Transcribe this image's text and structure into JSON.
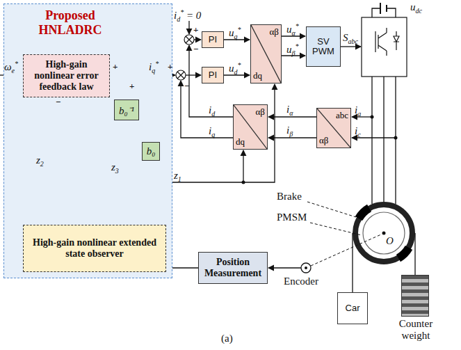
{
  "diagram": {
    "nodes": [
      {
        "text": [
          "Proposed HNLADRC"
        ]
      },
      {
        "text": [
          "High-gain nonlinear error feedback law"
        ],
        "in": 0
      },
      {
        "text": [
          "b₀⁻¹"
        ],
        "in": 0
      },
      {
        "text": [
          "b₀"
        ],
        "in": 0
      },
      {
        "text": [
          "High-gain nonlinear extended state observer"
        ],
        "in": 0
      },
      {
        "text": [
          "PI"
        ]
      },
      {
        "text": [
          "PI"
        ]
      },
      {
        "text": [
          "αβ",
          "dq"
        ]
      },
      {
        "text": [
          "SV PWM"
        ]
      },
      {
        "text": [
          "abc",
          "αβ"
        ]
      },
      {
        "text": [
          "αβ",
          "dq"
        ]
      },
      {
        "text": [
          "Position Measurement"
        ]
      },
      {
        "text": [
          "Car"
        ]
      },
      {
        "text": [
          "Counter weight"
        ]
      }
    ],
    "edges": [
      {
        "from": 4,
        "to": 1,
        "arrow": "to",
        "label": "z2"
      },
      {
        "from": 4,
        "to": 2,
        "arrow": "to",
        "label": "z3"
      },
      {
        "from": 3,
        "to": 4,
        "arrow": "to"
      },
      {
        "from": 5,
        "to": 7,
        "arrow": "to",
        "label": "uq*"
      },
      {
        "from": 6,
        "to": 7,
        "arrow": "to",
        "label": "ud*"
      },
      {
        "from": 7,
        "to": 8,
        "arrow": "to",
        "label": "uα*"
      },
      {
        "from": 7,
        "to": 8,
        "arrow": "to",
        "label": "uβ*"
      },
      {
        "from": 9,
        "to": 10,
        "arrow": "to",
        "label": "iα"
      },
      {
        "from": 9,
        "to": 10,
        "arrow": "to",
        "label": "iβ"
      },
      {
        "from": 11,
        "to": 4,
        "arrow": "to"
      }
    ],
    "labels": [
      "ωe*",
      "iq*",
      "z1",
      "id* = 0",
      "+",
      "+",
      "−",
      "+",
      "−",
      "+",
      "−",
      "id",
      "iq",
      "ia",
      "ic",
      "Sabc",
      "udc",
      "Brake",
      "PMSM",
      "O",
      "Encoder",
      "(a)"
    ]
  }
}
